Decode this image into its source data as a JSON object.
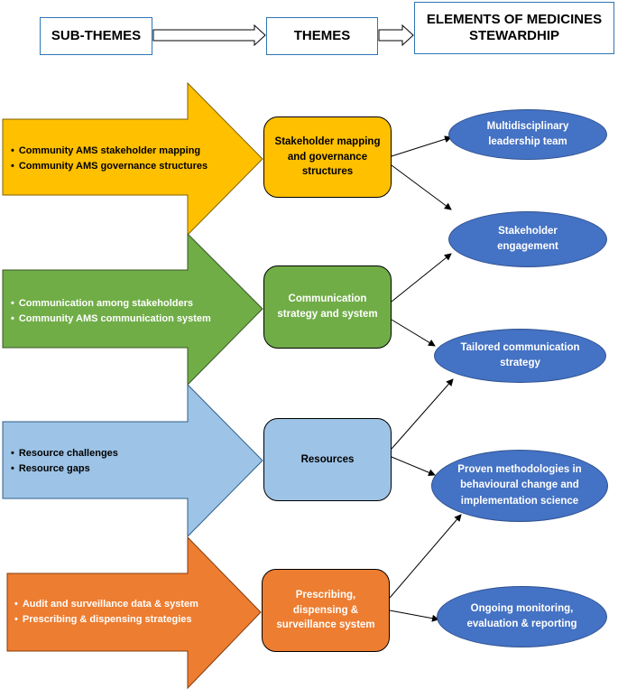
{
  "header": {
    "subthemes": "SUB-THEMES",
    "themes": "THEMES",
    "elements": "ELEMENTS OF MEDICINES\nSTEWARDHIP"
  },
  "rows": [
    {
      "color": "#ffc000",
      "text_color": "#000000",
      "subthemes": [
        "Community AMS stakeholder mapping",
        "Community AMS governance structures"
      ],
      "theme": "Stakeholder mapping\nand governance\nstructures"
    },
    {
      "color": "#70ad47",
      "text_color": "#ffffff",
      "subthemes": [
        "Communication among stakeholders",
        "Community AMS communication system"
      ],
      "theme": "Communication\nstrategy and system"
    },
    {
      "color": "#9dc3e6",
      "text_color": "#000000",
      "subthemes": [
        "Resource challenges",
        "Resource gaps"
      ],
      "theme": "Resources"
    },
    {
      "color": "#ed7d31",
      "text_color": "#ffffff",
      "subthemes": [
        "Audit and surveillance data & system",
        "Prescribing & dispensing strategies"
      ],
      "theme": "Prescribing,\ndispensing &\nsurveillance system"
    }
  ],
  "elements": [
    "Multidisciplinary\nleadership team",
    "Stakeholder\nengagement",
    "Tailored communication\nstrategy",
    "Proven methodologies in\nbehavioural change and\nimplementation science",
    "Ongoing monitoring,\nevaluation & reporting"
  ],
  "links": [
    [
      "Stakeholder mapping and governance structures",
      "Multidisciplinary leadership team"
    ],
    [
      "Stakeholder mapping and governance structures",
      "Stakeholder engagement"
    ],
    [
      "Communication strategy and system",
      "Stakeholder engagement"
    ],
    [
      "Communication strategy and system",
      "Tailored communication strategy"
    ],
    [
      "Resources",
      "Tailored communication strategy"
    ],
    [
      "Resources",
      "Proven methodologies in behavioural change and implementation science"
    ],
    [
      "Prescribing, dispensing & surveillance system",
      "Proven methodologies in behavioural change and implementation science"
    ],
    [
      "Prescribing, dispensing & surveillance system",
      "Ongoing monitoring, evaluation & reporting"
    ]
  ]
}
